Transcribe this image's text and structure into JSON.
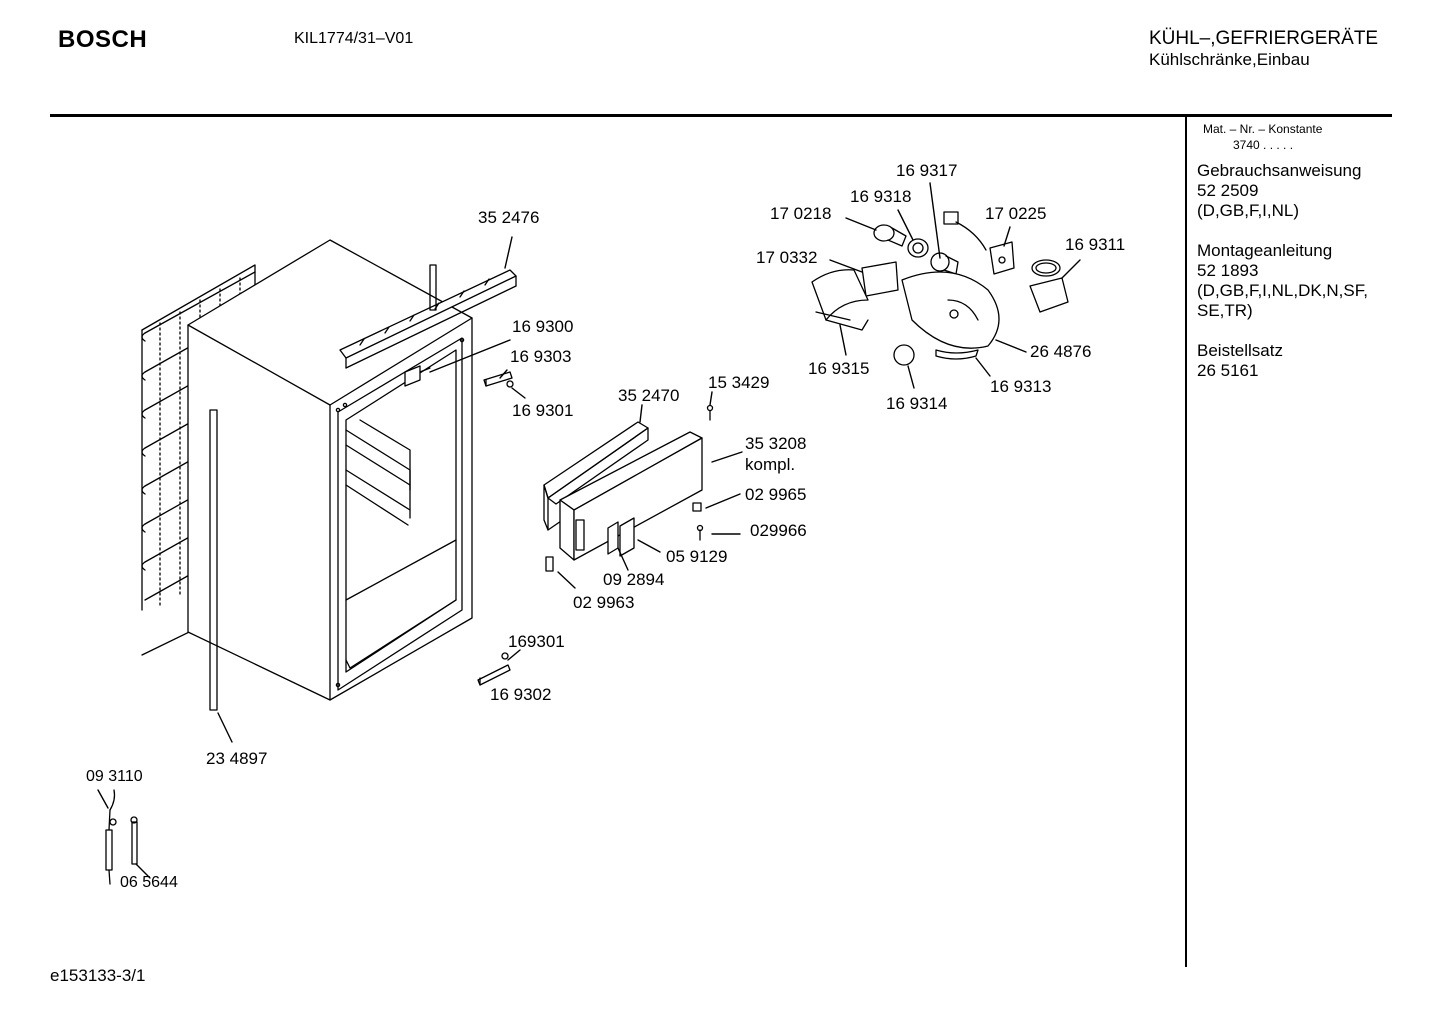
{
  "header": {
    "brand": "BOSCH",
    "model": "KIL1774/31–V01",
    "category_line1": "KÜHL–,GEFRIERGERÄTE",
    "category_line2": "Kühlschränke,Einbau"
  },
  "sidebar": {
    "mat_label": "Mat. – Nr. – Konstante",
    "mat_value": "3740  .   .   .   .   .",
    "docs": [
      {
        "title": "Gebrauchsanweisung",
        "number": "52 2509",
        "langs": "(D,GB,F,I,NL)"
      },
      {
        "title": "Montageanleitung",
        "number": "52 1893",
        "langs": "(D,GB,F,I,NL,DK,N,SF,",
        "langs2": "SE,TR)"
      },
      {
        "title": "Beistellsatz",
        "number": "26 5161"
      }
    ]
  },
  "parts": {
    "p352476": "35 2476",
    "p169300": "16 9300",
    "p169303": "16 9303",
    "p169301a": "16 9301",
    "p352470": "35 2470",
    "p153429": "15 3429",
    "p353208": "35 3208",
    "p353208b": "kompl.",
    "p029965": "02 9965",
    "p029966": "029966",
    "p059129": "05 9129",
    "p092894": "09 2894",
    "p029963": "02 9963",
    "p169301b": "169301",
    "p169302": "16 9302",
    "p234897": "23 4897",
    "p093110": "09 3110",
    "p065644": "06 5644",
    "p169317": "16 9317",
    "p169318": "16 9318",
    "p170218": "17 0218",
    "p170225": "17 0225",
    "p169311": "16 9311",
    "p170332": "17 0332",
    "p169315": "16 9315",
    "p264876": "26 4876",
    "p169313": "16 9313",
    "p169314": "16 9314"
  },
  "footer": {
    "code": "e153133-3/1"
  }
}
